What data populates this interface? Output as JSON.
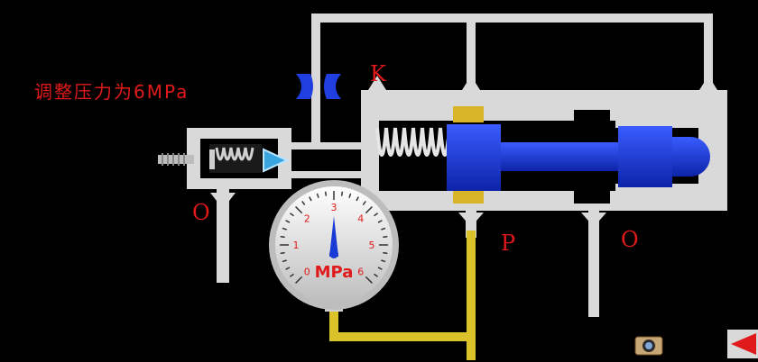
{
  "caption": "调整压力为6MPa",
  "ports": {
    "k": "K",
    "o_left": "O",
    "p": "P",
    "o_right": "O"
  },
  "gauge": {
    "unit": "MPa",
    "ticks": [
      "0",
      "1",
      "2",
      "3",
      "4",
      "5",
      "6"
    ],
    "needle_reading": 3
  },
  "icons": {
    "camera": "camera-icon",
    "back": "back-arrow-icon"
  },
  "colors": {
    "background": "#000000",
    "body": "#d9d9d9",
    "spool": "#1a3ad6",
    "pressure_line": "#d9c22a",
    "text": "#e01a1a",
    "throttle": "#1f3fe0"
  }
}
